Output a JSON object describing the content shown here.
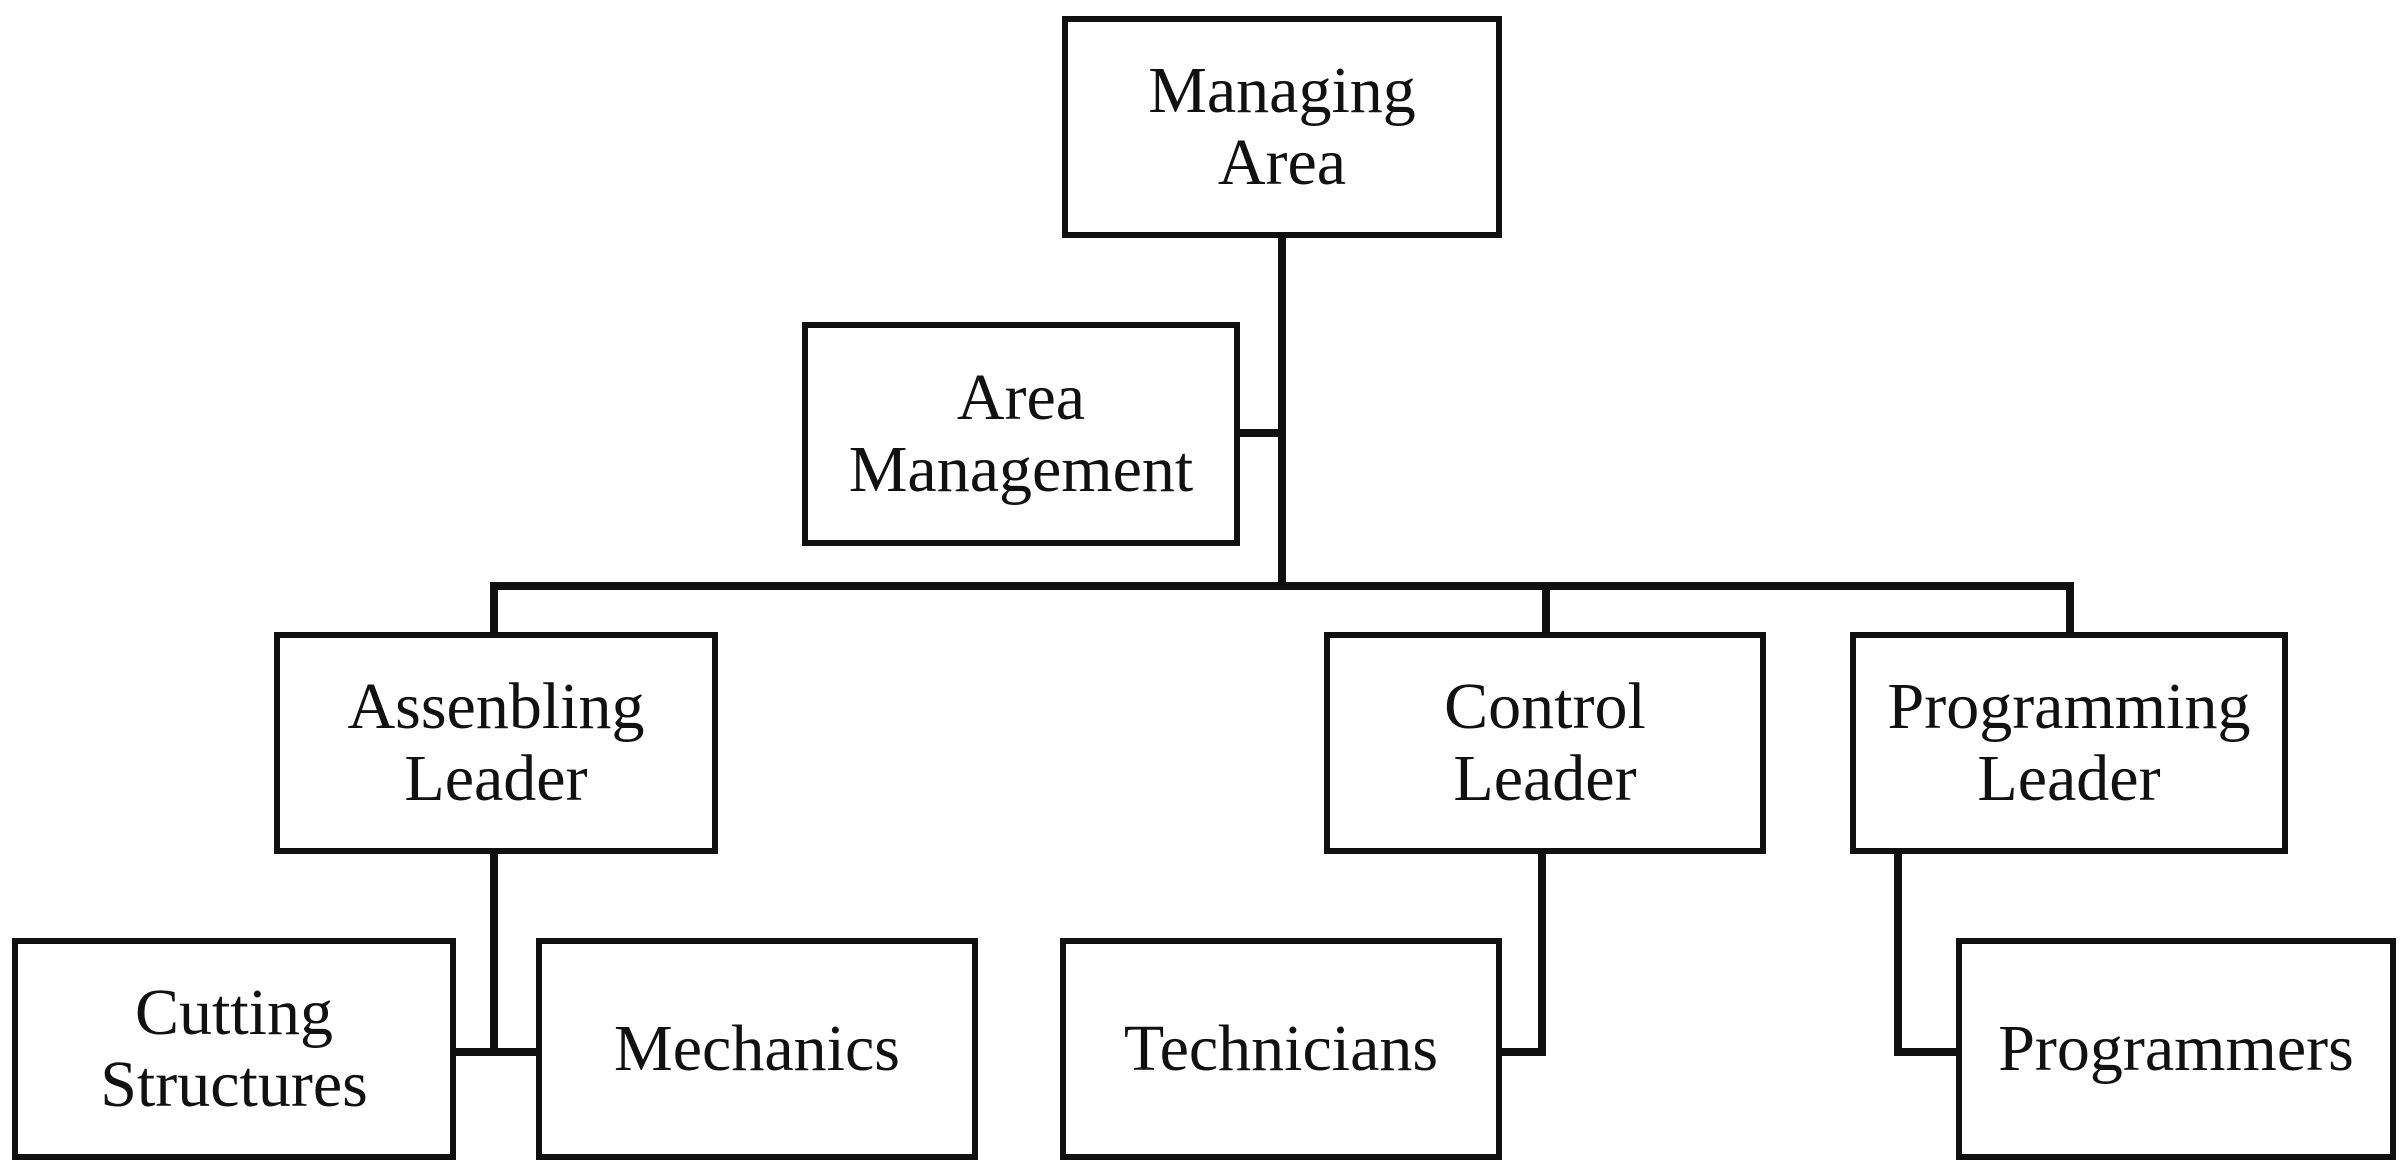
{
  "diagram": {
    "type": "org-chart",
    "nodes": {
      "managing_area": "Managing\nArea",
      "area_management": "Area\nManagement",
      "assembling_leader": "Assenbling\nLeader",
      "control_leader": "Control\nLeader",
      "programming_leader": "Programming\nLeader",
      "cutting_structures": "Cutting\nStructures",
      "mechanics": "Mechanics",
      "technicians": "Technicians",
      "programmers": "Programmers"
    },
    "edges": [
      [
        "managing_area",
        "area_management"
      ],
      [
        "managing_area",
        "assembling_leader"
      ],
      [
        "managing_area",
        "control_leader"
      ],
      [
        "managing_area",
        "programming_leader"
      ],
      [
        "assembling_leader",
        "cutting_structures"
      ],
      [
        "assembling_leader",
        "mechanics"
      ],
      [
        "control_leader",
        "technicians"
      ],
      [
        "programming_leader",
        "programmers"
      ]
    ]
  }
}
